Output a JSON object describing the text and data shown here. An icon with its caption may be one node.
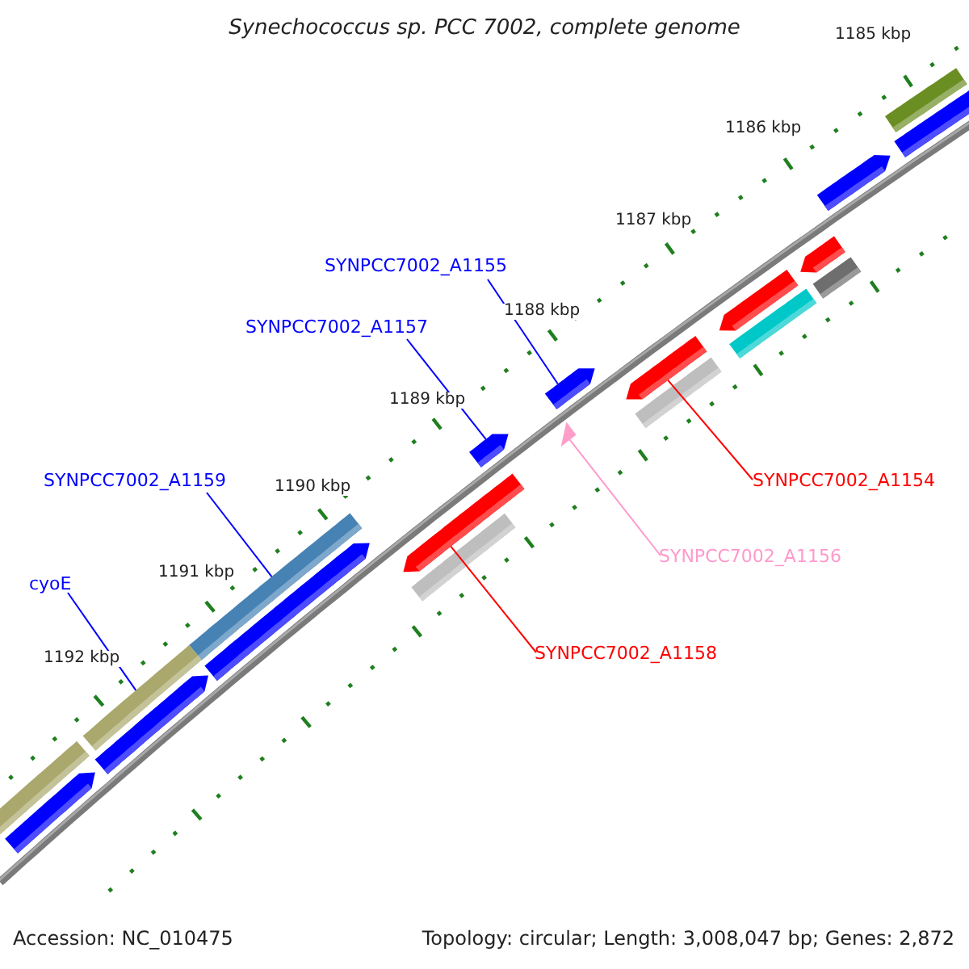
{
  "diagram": {
    "title": "Synechococcus sp. PCC 7002, complete genome",
    "nodes": [
      {
        "text": [
          "SYNPCC7002_A1155"
        ]
      },
      {
        "text": [
          "SYNPCC7002_A1157"
        ]
      },
      {
        "text": [
          "SYNPCC7002_A1159"
        ]
      },
      {
        "text": [
          "cyoE"
        ]
      },
      {
        "text": [
          "SYNPCC7002_A1154"
        ]
      },
      {
        "text": [
          "SYNPCC7002_A1156"
        ]
      },
      {
        "text": [
          "SYNPCC7002_A1158"
        ]
      },
      {
        "text": [],
        "shape": "bar"
      },
      {
        "text": [],
        "shape": "pentagon"
      },
      {
        "text": [],
        "shape": "pentagon"
      },
      {
        "text": [],
        "shape": "pentagon"
      },
      {
        "text": [],
        "shape": "bar"
      },
      {
        "text": [],
        "shape": "pentagon"
      },
      {
        "text": [],
        "shape": "bar"
      },
      {
        "text": [],
        "shape": "pentagon"
      },
      {
        "text": [],
        "shape": "pentagon"
      },
      {
        "text": [],
        "shape": "bar"
      },
      {
        "text": [],
        "shape": "triangle"
      },
      {
        "text": [],
        "shape": "pentagon"
      },
      {
        "text": [],
        "shape": "pentagon"
      },
      {
        "text": [],
        "shape": "bar"
      },
      {
        "text": [],
        "shape": "bar"
      },
      {
        "text": [],
        "shape": "pentagon"
      },
      {
        "text": [],
        "shape": "bar"
      },
      {
        "text": [],
        "shape": "pentagon"
      },
      {
        "text": [],
        "shape": "bar"
      },
      {
        "text": [],
        "shape": "pentagon"
      }
    ],
    "edges": [
      {
        "from": 0,
        "to": 15,
        "arrow": "none"
      },
      {
        "from": 1,
        "to": 18,
        "arrow": "none"
      },
      {
        "from": 2,
        "to": 21,
        "arrow": "none"
      },
      {
        "from": 3,
        "to": 23,
        "arrow": "none"
      },
      {
        "from": 4,
        "to": 14,
        "arrow": "none",
        "color": "#ff0000"
      },
      {
        "from": 5,
        "to": 17,
        "arrow": "none",
        "color": "#ff99cc"
      },
      {
        "from": 6,
        "to": 19,
        "arrow": "none",
        "color": "#ff0000"
      }
    ],
    "labels": [
      "1185 kbp",
      "1186 kbp",
      "1187 kbp",
      "1188 kbp",
      "1189 kbp",
      "1190 kbp",
      "1191 kbp",
      "1192 kbp",
      "Accession: NC_010475",
      "Topology: circular; Length: 3,008,047 bp; Genes: 2,872"
    ]
  }
}
